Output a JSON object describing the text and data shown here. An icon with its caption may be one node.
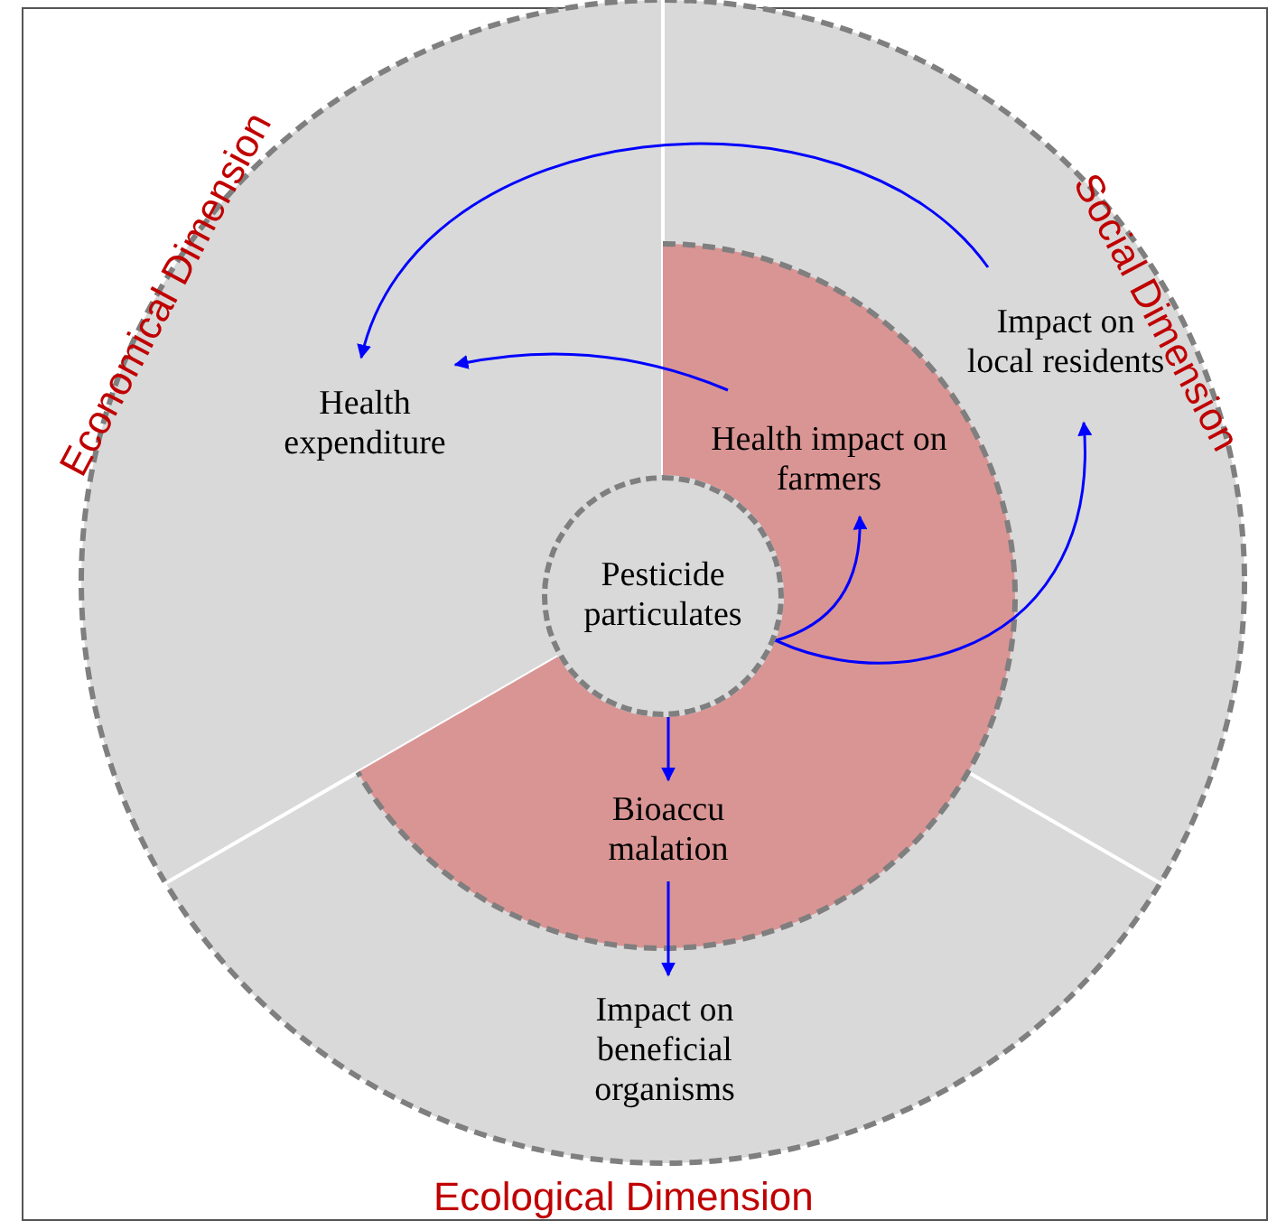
{
  "diagram": {
    "nodes": [
      {
        "text": [
          "Pesticide particulates"
        ]
      },
      {
        "text": [
          "Health impact on farmers"
        ]
      },
      {
        "text": [
          "Impact on local residents"
        ]
      },
      {
        "text": [
          "Health expenditure"
        ]
      },
      {
        "text": [
          "Bioaccu malation"
        ]
      },
      {
        "text": [
          "Impact on beneficial organisms"
        ]
      }
    ],
    "edges": [
      {
        "from": 0,
        "to": 1,
        "arrow": "to"
      },
      {
        "from": 0,
        "to": 2,
        "arrow": "to"
      },
      {
        "from": 0,
        "to": 4,
        "arrow": "to"
      },
      {
        "from": 4,
        "to": 5,
        "arrow": "to"
      },
      {
        "from": 1,
        "to": 3,
        "arrow": "to"
      },
      {
        "from": 2,
        "to": 3,
        "arrow": "to"
      }
    ],
    "labels": [
      "Economical Dimension",
      "Social Dimension",
      "Ecological Dimension"
    ]
  }
}
